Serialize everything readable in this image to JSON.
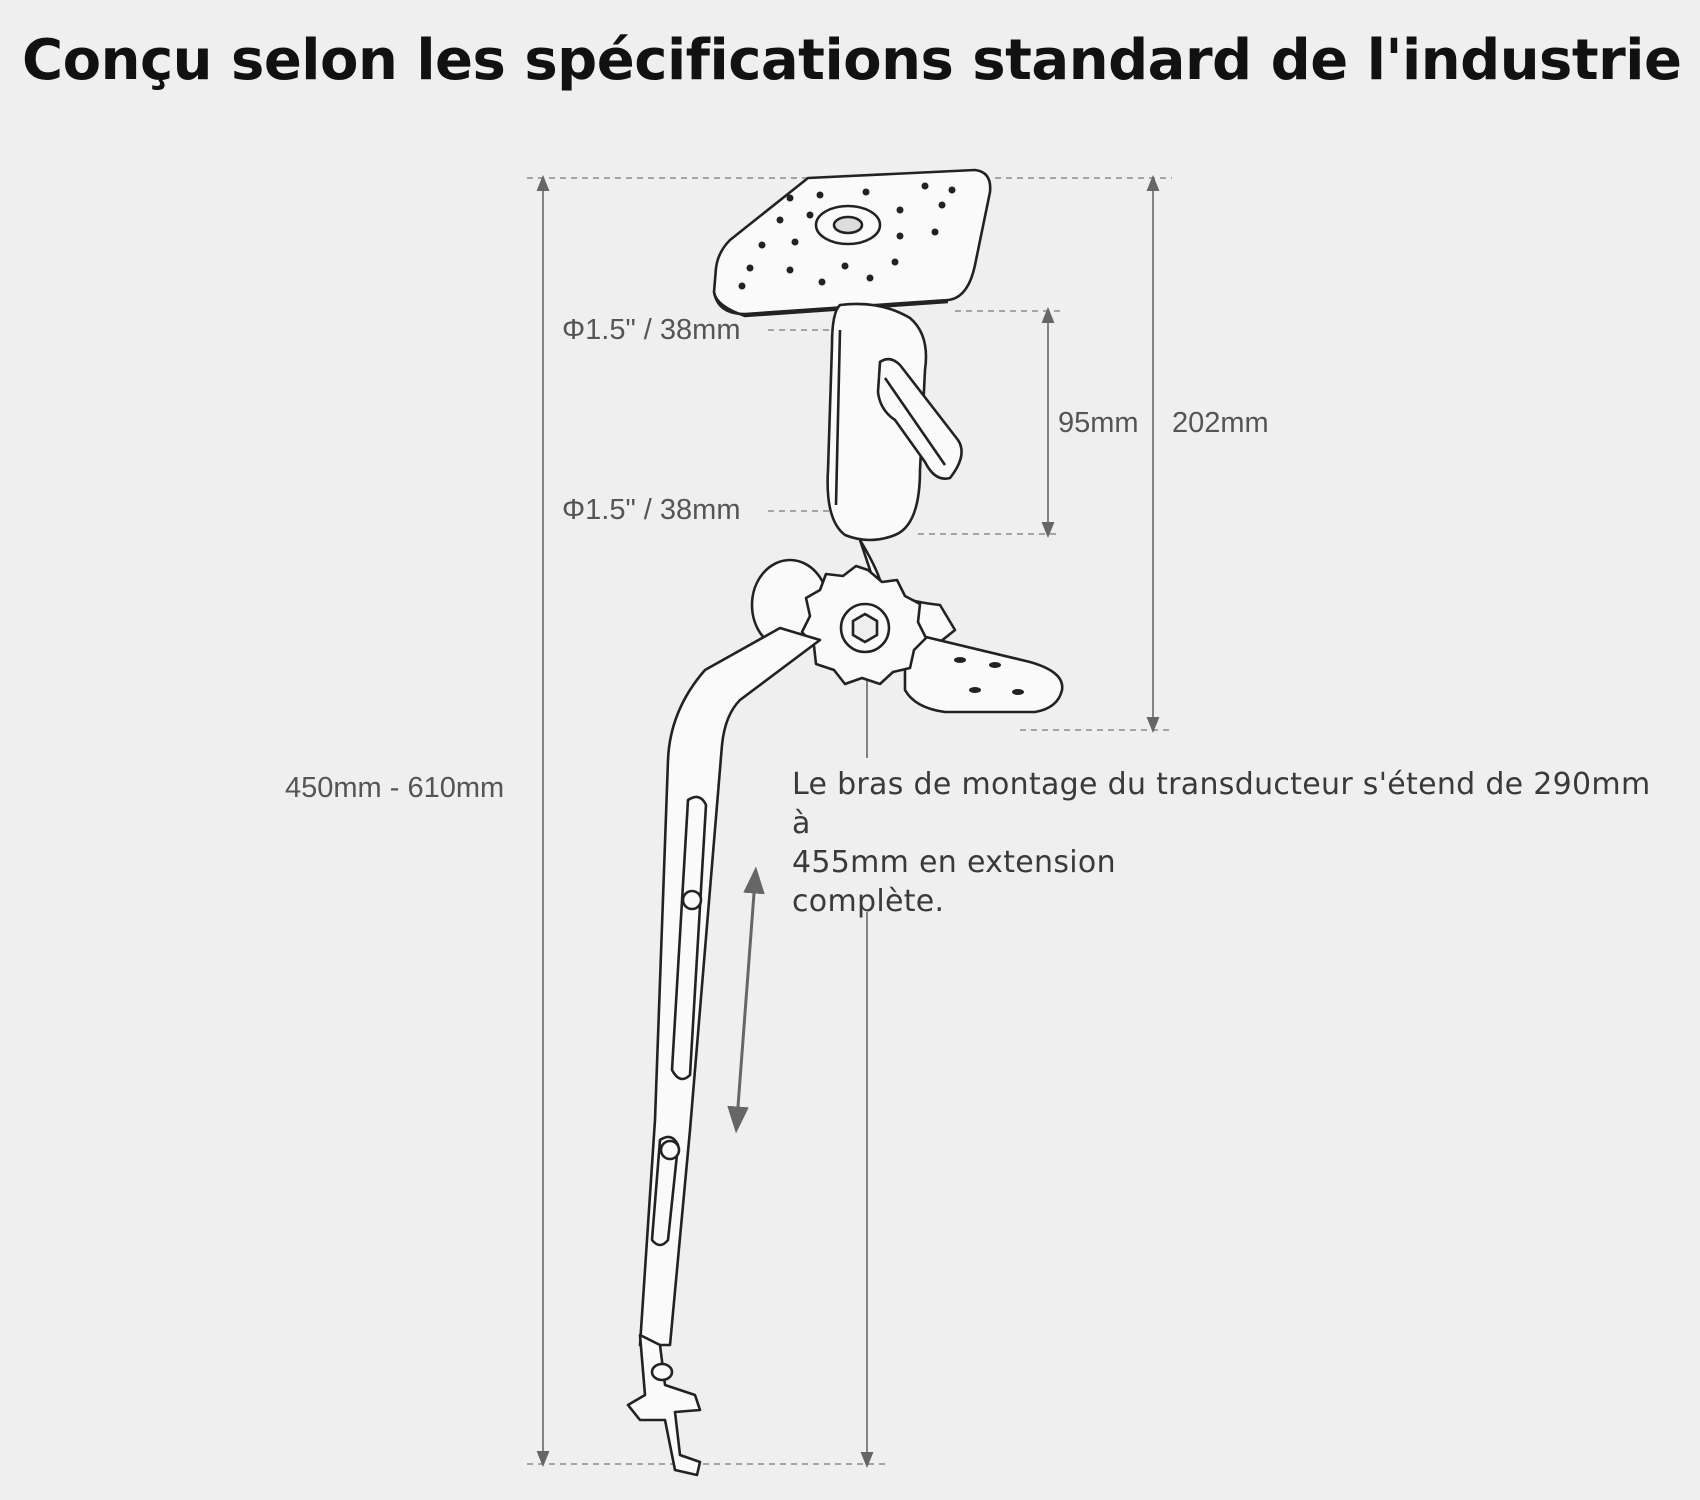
{
  "title": "Conçu selon les spécifications standard de l'industrie",
  "dimensions": {
    "ball_top": "Φ1.5\" / 38mm",
    "ball_bottom": "Φ1.5\" / 38mm",
    "arm_length": "95mm",
    "head_height": "202mm",
    "total_height": "450mm - 610mm"
  },
  "note": {
    "line1": "Le bras de montage du transducteur s'étend de 290mm à",
    "line2": "455mm en extension",
    "line3": "complète."
  }
}
